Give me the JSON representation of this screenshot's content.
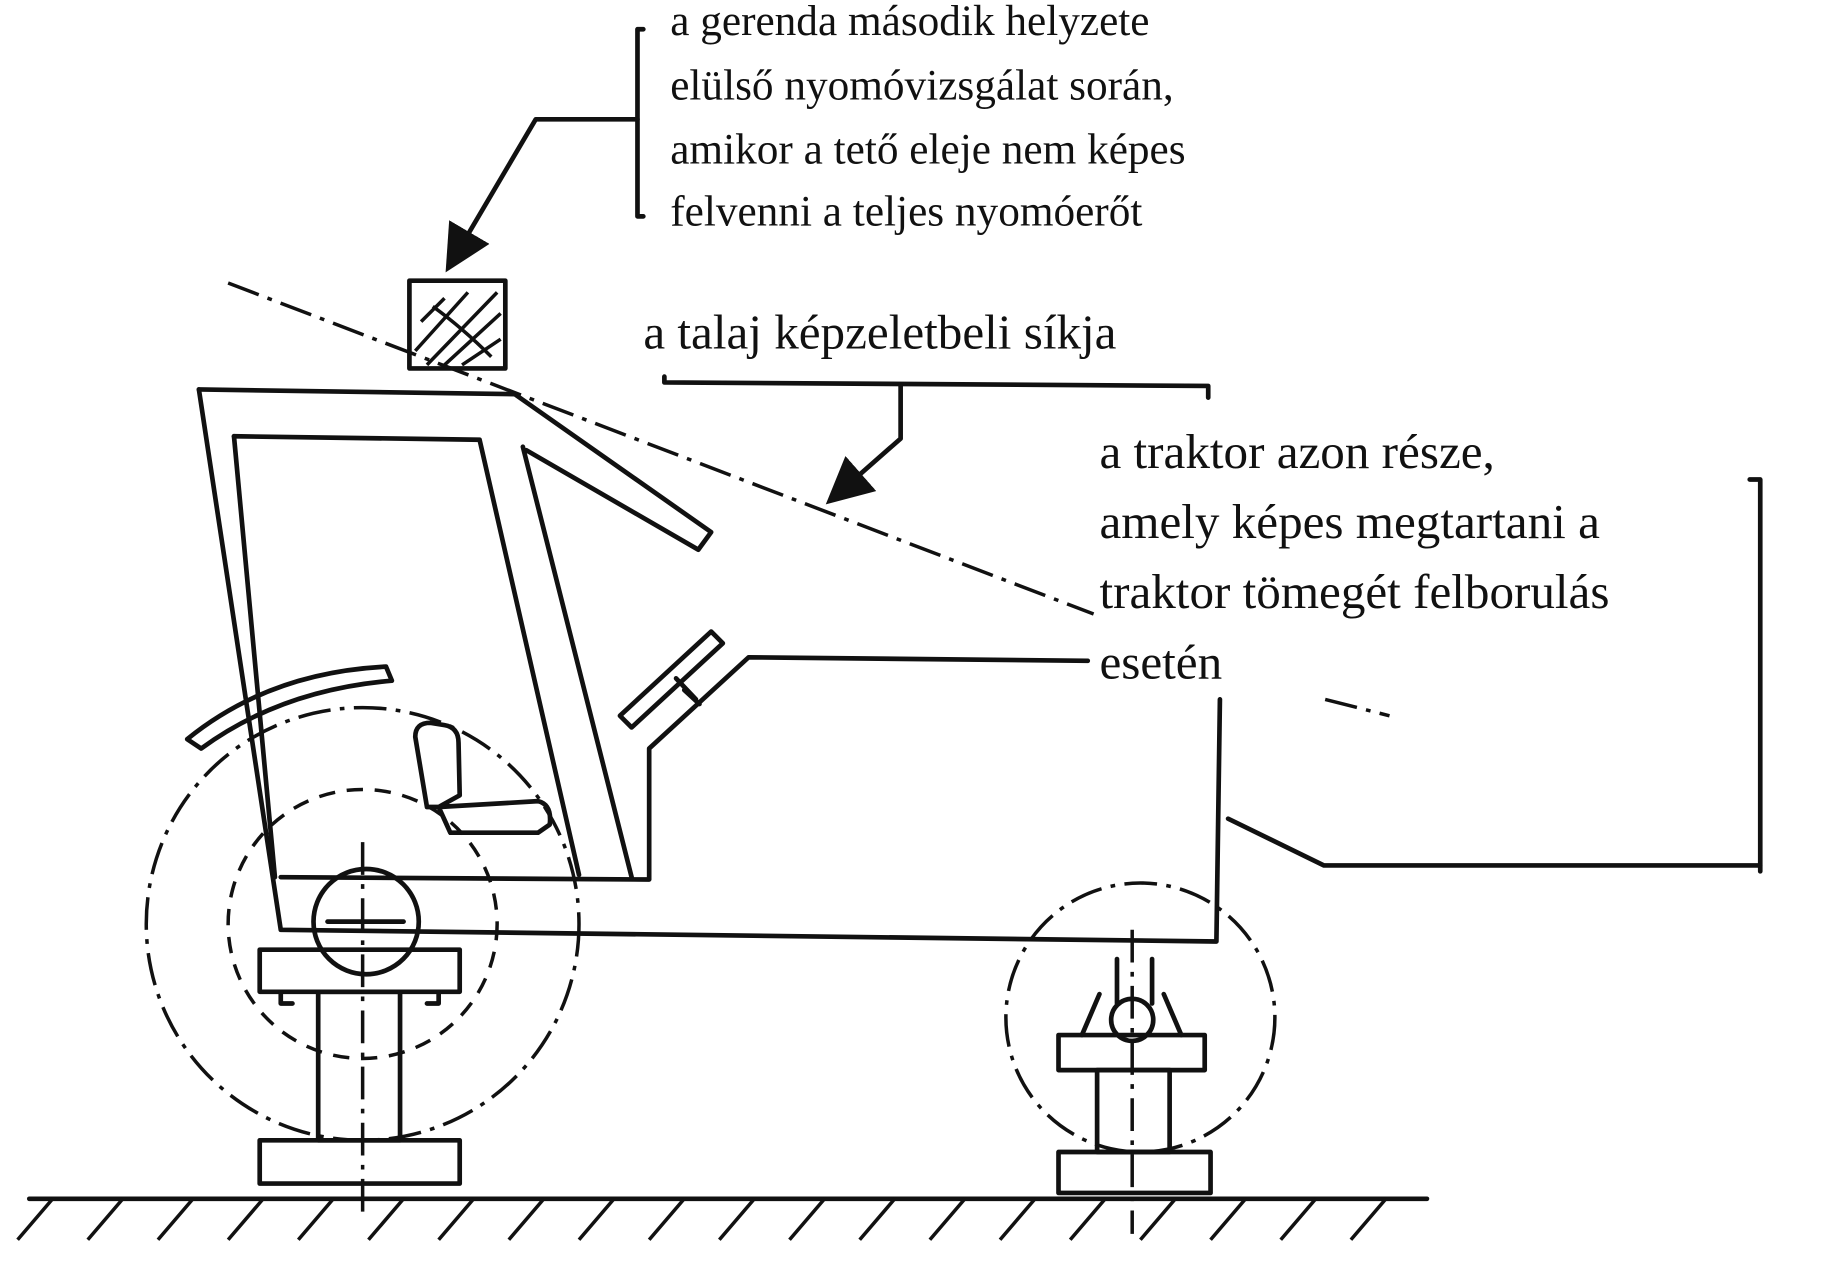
{
  "labels": {
    "beam_position": [
      "a gerenda második helyzete",
      "elülső nyomóvizsgálat során,",
      "amikor a tető eleje nem képes",
      "felvenni a teljes nyomóerőt"
    ],
    "ground_plane": "a talaj képzeletbeli síkja",
    "tractor_part": [
      "a traktor azon része,",
      "amely képes megtartani a",
      "traktor tömegét felborulás",
      "esetén"
    ]
  }
}
